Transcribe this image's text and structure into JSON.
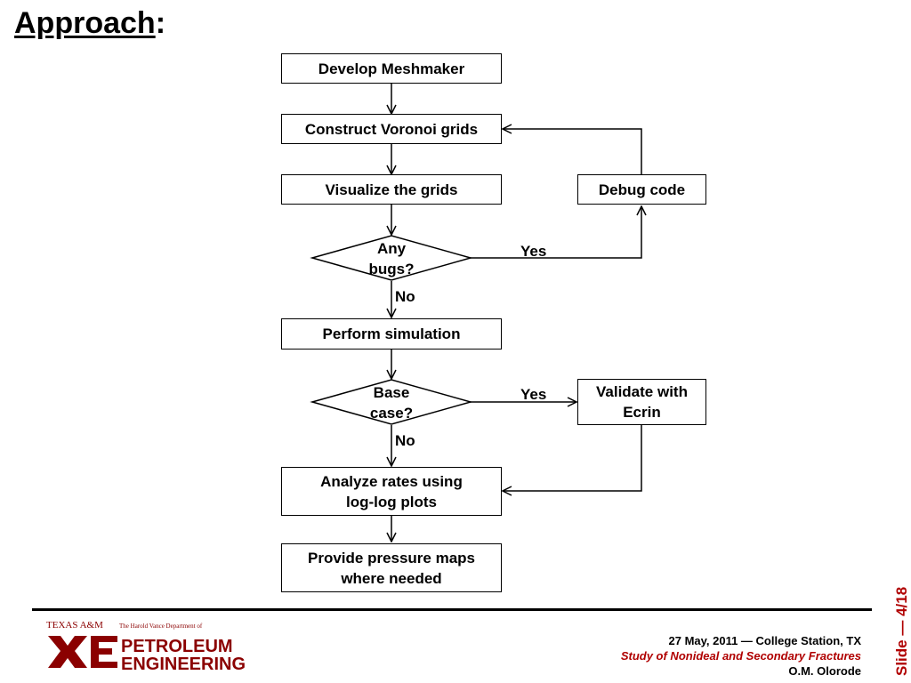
{
  "slide": {
    "title": "Approach",
    "title_suffix": ":"
  },
  "flowchart": {
    "nodes": {
      "develop": "Develop Meshmaker",
      "construct": "Construct Voronoi grids",
      "visualize": "Visualize the grids",
      "debug": "Debug code",
      "any_bugs": [
        "Any",
        "bugs?"
      ],
      "perform": "Perform simulation",
      "base_case": [
        "Base",
        "case?"
      ],
      "validate": [
        "Validate with",
        "Ecrin"
      ],
      "analyze": [
        "Analyze rates using",
        "log-log plots"
      ],
      "provide": [
        "Provide pressure maps",
        "where needed"
      ]
    },
    "edge_labels": {
      "bugs_yes": "Yes",
      "bugs_no": "No",
      "base_yes": "Yes",
      "base_no": "No"
    }
  },
  "footer": {
    "logo": {
      "line1": "TEXAS A&M",
      "line2": "The Harold Vance Department of",
      "line3": "PETROLEUM",
      "line4": "ENGINEERING",
      "color": "#8b0000"
    },
    "date_location": "27 May, 2011 — College Station, TX",
    "talk_title": "Study of Nonideal and Secondary Fractures",
    "author": "O.M. Olorode",
    "slide_number": "Slide — 4/18",
    "accent_color": "#b00000"
  }
}
